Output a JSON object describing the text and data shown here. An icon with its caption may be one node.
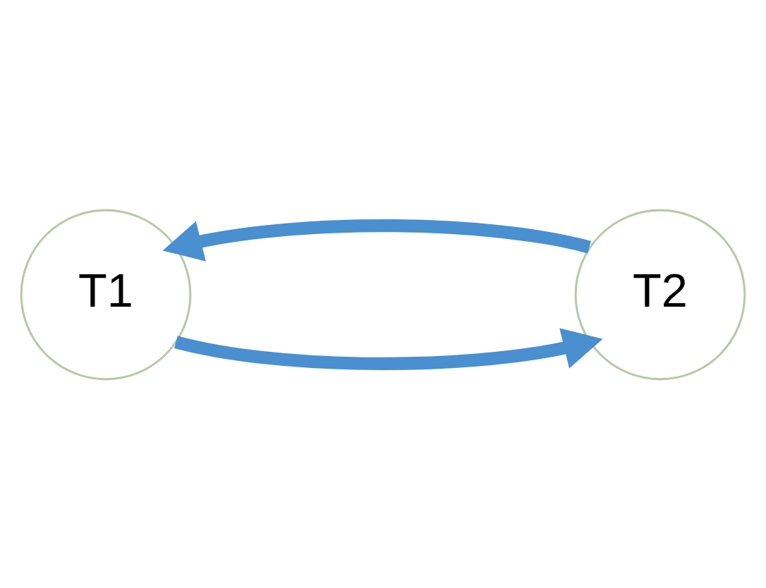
{
  "diagram": {
    "nodes": [
      {
        "text": [
          "T1"
        ]
      },
      {
        "text": [
          "T2"
        ]
      }
    ],
    "edges": [
      {
        "from": 0,
        "to": 1,
        "arrow": "to"
      },
      {
        "from": 1,
        "to": 0,
        "arrow": "to"
      }
    ]
  }
}
